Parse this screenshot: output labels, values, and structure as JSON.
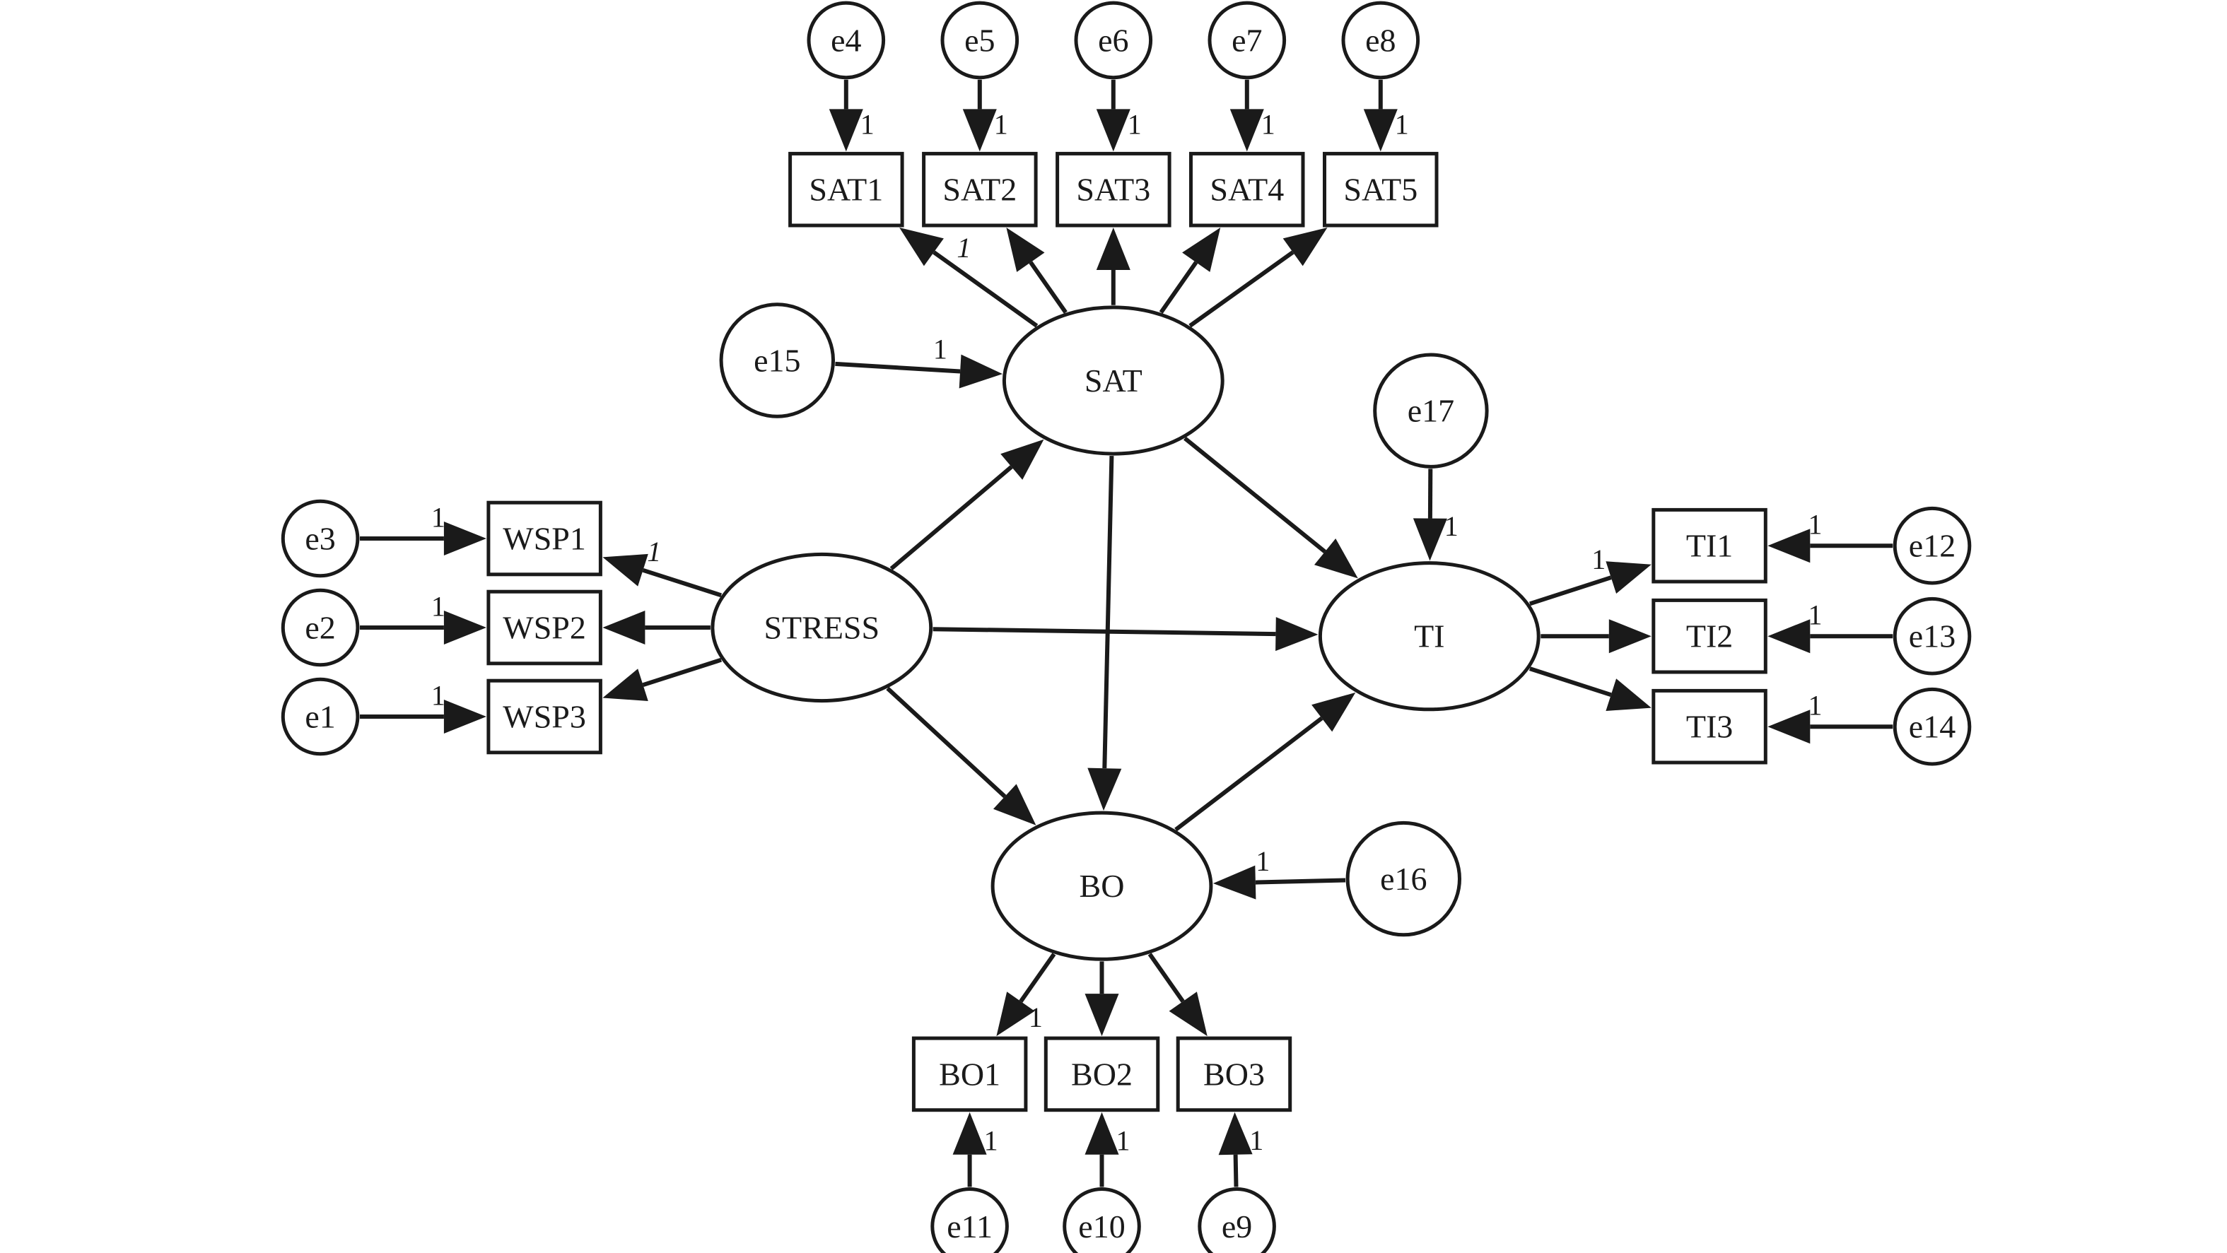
{
  "colors": {
    "stroke": "#1a1a1a",
    "background": "#ffffff",
    "fill": "#ffffff"
  },
  "nodes": [
    {
      "id": "SAT",
      "label": "SAT",
      "shape": "ellipse"
    },
    {
      "id": "STRESS",
      "label": "STRESS",
      "shape": "ellipse"
    },
    {
      "id": "TI",
      "label": "TI",
      "shape": "ellipse"
    },
    {
      "id": "BO",
      "label": "BO",
      "shape": "ellipse"
    },
    {
      "id": "SAT1",
      "label": "SAT1",
      "shape": "box"
    },
    {
      "id": "SAT2",
      "label": "SAT2",
      "shape": "box"
    },
    {
      "id": "SAT3",
      "label": "SAT3",
      "shape": "box"
    },
    {
      "id": "SAT4",
      "label": "SAT4",
      "shape": "box"
    },
    {
      "id": "SAT5",
      "label": "SAT5",
      "shape": "box"
    },
    {
      "id": "WSP1",
      "label": "WSP1",
      "shape": "box"
    },
    {
      "id": "WSP2",
      "label": "WSP2",
      "shape": "box"
    },
    {
      "id": "WSP3",
      "label": "WSP3",
      "shape": "box"
    },
    {
      "id": "TI1",
      "label": "TI1",
      "shape": "box"
    },
    {
      "id": "TI2",
      "label": "TI2",
      "shape": "box"
    },
    {
      "id": "TI3",
      "label": "TI3",
      "shape": "box"
    },
    {
      "id": "BO1",
      "label": "BO1",
      "shape": "box"
    },
    {
      "id": "BO2",
      "label": "BO2",
      "shape": "box"
    },
    {
      "id": "BO3",
      "label": "BO3",
      "shape": "box"
    },
    {
      "id": "e1",
      "label": "e1",
      "shape": "circle"
    },
    {
      "id": "e2",
      "label": "e2",
      "shape": "circle"
    },
    {
      "id": "e3",
      "label": "e3",
      "shape": "circle"
    },
    {
      "id": "e4",
      "label": "e4",
      "shape": "circle"
    },
    {
      "id": "e5",
      "label": "e5",
      "shape": "circle"
    },
    {
      "id": "e6",
      "label": "e6",
      "shape": "circle"
    },
    {
      "id": "e7",
      "label": "e7",
      "shape": "circle"
    },
    {
      "id": "e8",
      "label": "e8",
      "shape": "circle"
    },
    {
      "id": "e9",
      "label": "e9",
      "shape": "circle"
    },
    {
      "id": "e10",
      "label": "e10",
      "shape": "circle"
    },
    {
      "id": "e11",
      "label": "e11",
      "shape": "circle"
    },
    {
      "id": "e12",
      "label": "e12",
      "shape": "circle"
    },
    {
      "id": "e13",
      "label": "e13",
      "shape": "circle"
    },
    {
      "id": "e14",
      "label": "e14",
      "shape": "circle"
    },
    {
      "id": "e15",
      "label": "e15",
      "shape": "circle"
    },
    {
      "id": "e16",
      "label": "e16",
      "shape": "circle"
    },
    {
      "id": "e17",
      "label": "e17",
      "shape": "circle"
    }
  ],
  "edges": [
    {
      "from": "e4",
      "to": "SAT1",
      "label": "1",
      "italic": false
    },
    {
      "from": "e5",
      "to": "SAT2",
      "label": "1",
      "italic": false
    },
    {
      "from": "e6",
      "to": "SAT3",
      "label": "1",
      "italic": false
    },
    {
      "from": "e7",
      "to": "SAT4",
      "label": "1",
      "italic": false
    },
    {
      "from": "e8",
      "to": "SAT5",
      "label": "1",
      "italic": false
    },
    {
      "from": "SAT",
      "to": "SAT1",
      "label": "1",
      "italic": true
    },
    {
      "from": "SAT",
      "to": "SAT2",
      "label": "",
      "italic": false
    },
    {
      "from": "SAT",
      "to": "SAT3",
      "label": "",
      "italic": false
    },
    {
      "from": "SAT",
      "to": "SAT4",
      "label": "",
      "italic": false
    },
    {
      "from": "SAT",
      "to": "SAT5",
      "label": "",
      "italic": false
    },
    {
      "from": "e15",
      "to": "SAT",
      "label": "1",
      "italic": false
    },
    {
      "from": "e3",
      "to": "WSP1",
      "label": "1",
      "italic": false
    },
    {
      "from": "e2",
      "to": "WSP2",
      "label": "1",
      "italic": false
    },
    {
      "from": "e1",
      "to": "WSP3",
      "label": "1",
      "italic": false
    },
    {
      "from": "STRESS",
      "to": "WSP1",
      "label": "1",
      "italic": true
    },
    {
      "from": "STRESS",
      "to": "WSP2",
      "label": "",
      "italic": false
    },
    {
      "from": "STRESS",
      "to": "WSP3",
      "label": "",
      "italic": false
    },
    {
      "from": "STRESS",
      "to": "SAT",
      "label": "",
      "italic": false
    },
    {
      "from": "STRESS",
      "to": "TI",
      "label": "",
      "italic": false
    },
    {
      "from": "STRESS",
      "to": "BO",
      "label": "",
      "italic": false
    },
    {
      "from": "SAT",
      "to": "TI",
      "label": "",
      "italic": false
    },
    {
      "from": "SAT",
      "to": "BO",
      "label": "",
      "italic": false
    },
    {
      "from": "BO",
      "to": "TI",
      "label": "",
      "italic": false
    },
    {
      "from": "e17",
      "to": "TI",
      "label": "1",
      "italic": false
    },
    {
      "from": "TI",
      "to": "TI1",
      "label": "1",
      "italic": false
    },
    {
      "from": "TI",
      "to": "TI2",
      "label": "",
      "italic": false
    },
    {
      "from": "TI",
      "to": "TI3",
      "label": "",
      "italic": false
    },
    {
      "from": "e12",
      "to": "TI1",
      "label": "1",
      "italic": false
    },
    {
      "from": "e13",
      "to": "TI2",
      "label": "1",
      "italic": false
    },
    {
      "from": "e14",
      "to": "TI3",
      "label": "1",
      "italic": false
    },
    {
      "from": "e16",
      "to": "BO",
      "label": "1",
      "italic": false
    },
    {
      "from": "BO",
      "to": "BO1",
      "label": "1",
      "italic": false
    },
    {
      "from": "BO",
      "to": "BO2",
      "label": "",
      "italic": false
    },
    {
      "from": "BO",
      "to": "BO3",
      "label": "",
      "italic": false
    },
    {
      "from": "e11",
      "to": "BO1",
      "label": "1",
      "italic": false
    },
    {
      "from": "e10",
      "to": "BO2",
      "label": "1",
      "italic": false
    },
    {
      "from": "e9",
      "to": "BO3",
      "label": "1",
      "italic": false
    }
  ]
}
